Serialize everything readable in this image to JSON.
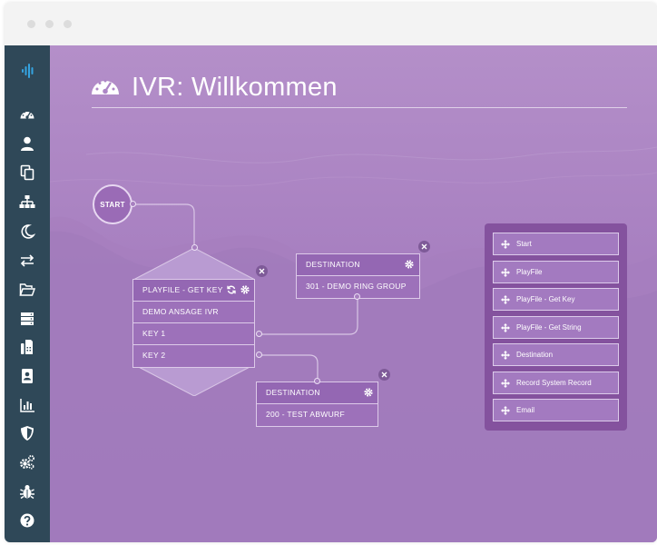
{
  "window": {
    "dots": [
      "close",
      "minimize",
      "maximize"
    ]
  },
  "sidebar": {
    "items": [
      {
        "id": "logo",
        "icon": "audio-wave-icon"
      },
      {
        "id": "dashboard",
        "icon": "speedometer-icon"
      },
      {
        "id": "users",
        "icon": "user-icon"
      },
      {
        "id": "copy",
        "icon": "copy-icon"
      },
      {
        "id": "hierarchy",
        "icon": "sitemap-icon"
      },
      {
        "id": "night",
        "icon": "moon-icon"
      },
      {
        "id": "transfer",
        "icon": "exchange-icon"
      },
      {
        "id": "folder",
        "icon": "folder-open-icon"
      },
      {
        "id": "server",
        "icon": "server-icon"
      },
      {
        "id": "fax",
        "icon": "fax-icon"
      },
      {
        "id": "contacts",
        "icon": "address-book-icon"
      },
      {
        "id": "stats",
        "icon": "bar-chart-icon"
      },
      {
        "id": "security",
        "icon": "shield-icon"
      },
      {
        "id": "settings",
        "icon": "gears-icon"
      },
      {
        "id": "debug",
        "icon": "bug-icon"
      },
      {
        "id": "help",
        "icon": "question-circle-icon"
      }
    ]
  },
  "page": {
    "title": "IVR: Willkommen",
    "title_icon": "speedometer-icon"
  },
  "flow": {
    "start_label": "START",
    "playfile": {
      "header": "PLAYFILE - GET KEY",
      "file": "DEMO ANSAGE IVR",
      "keys": [
        "KEY 1",
        "KEY 2"
      ]
    },
    "destination_1": {
      "header": "DESTINATION",
      "target": "301 - DEMO RING GROUP"
    },
    "destination_2": {
      "header": "DESTINATION",
      "target": "200 - TEST ABWURF"
    }
  },
  "toolbox": {
    "items": [
      "Start",
      "PlayFile",
      "PlayFile - Get Key",
      "PlayFile - Get String",
      "Destination",
      "Record System Record",
      "Email"
    ]
  },
  "colors": {
    "sidebar": "#2f4858",
    "content_bg": "#a77fc0",
    "node_bg": "#9d71ba",
    "toolbox_bg": "#84529e",
    "accent_icon": "#35a3e0"
  }
}
